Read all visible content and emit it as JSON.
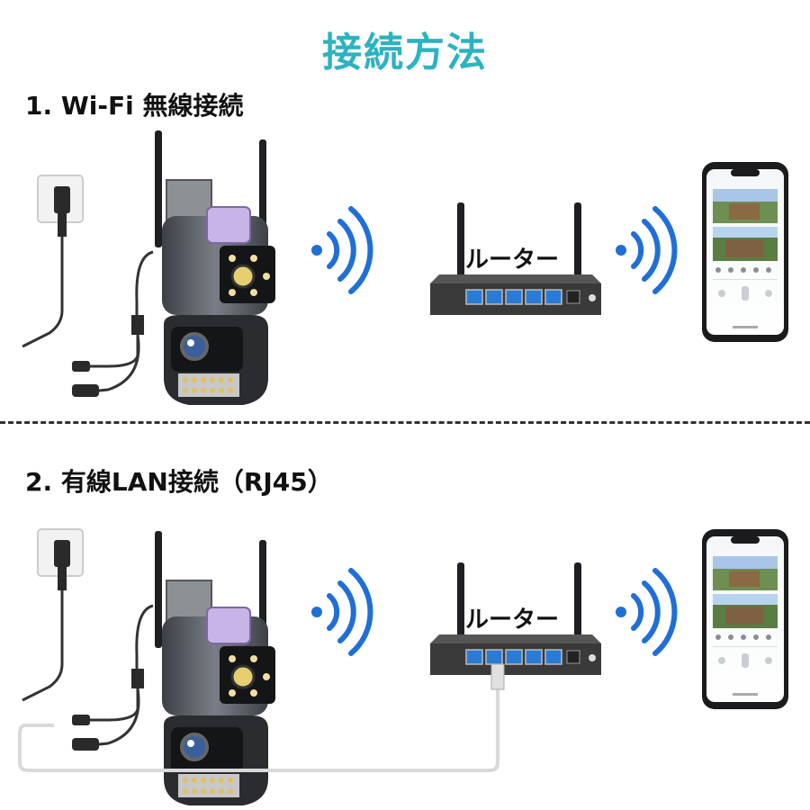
{
  "title": "接続方法",
  "sections": [
    {
      "label": "1. Wi-Fi 無線接続",
      "router_label": "ルーター"
    },
    {
      "label": "2. 有線LAN接続（RJ45）",
      "router_label": "ルーター"
    }
  ],
  "colors": {
    "title": "#2bb3c0",
    "wifi_waves": "#1f6fd6",
    "camera_body": "#5b5f66",
    "camera_dark": "#2a2c30",
    "router_body": "#333333",
    "router_ports": "#2a7bd6",
    "cable_white": "#d9d9d9"
  }
}
